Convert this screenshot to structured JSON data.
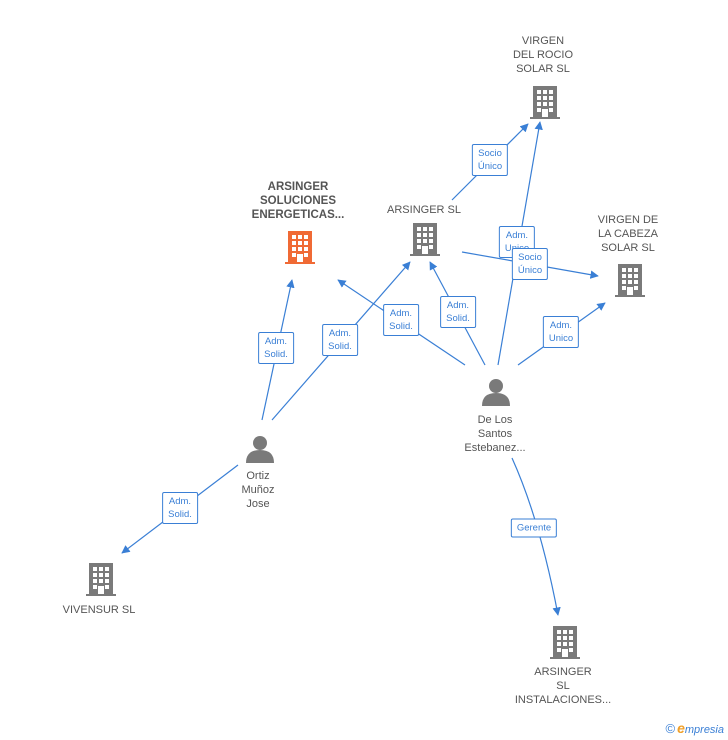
{
  "nodes": {
    "arsinger_soluciones": {
      "label": "ARSINGER\nSOLUCIONES\nENERGETICAS...",
      "type": "company",
      "highlight": true
    },
    "arsinger_sl": {
      "label": "ARSINGER  SL",
      "type": "company"
    },
    "virgen_rocio": {
      "label": "VIRGEN\nDEL ROCIO\nSOLAR  SL",
      "type": "company"
    },
    "virgen_cabeza": {
      "label": "VIRGEN DE\nLA CABEZA\nSOLAR  SL",
      "type": "company"
    },
    "vivensur": {
      "label": "VIVENSUR SL",
      "type": "company"
    },
    "arsinger_instalaciones": {
      "label": "ARSINGER\nSL\nINSTALACIONES...",
      "type": "company"
    },
    "ortiz": {
      "label": "Ortiz\nMuñoz\nJose",
      "type": "person"
    },
    "de_los_santos": {
      "label": "De Los\nSantos\nEstebanez...",
      "type": "person"
    }
  },
  "edges": {
    "e1": {
      "label": "Adm.\nSolid."
    },
    "e2": {
      "label": "Adm.\nSolid."
    },
    "e3": {
      "label": "Adm.\nSolid."
    },
    "e4": {
      "label": "Adm.\nSolid."
    },
    "e5": {
      "label": "Adm.\nSolid."
    },
    "e6": {
      "label": "Socio\nÚnico"
    },
    "e7": {
      "label": "Adm.\nUnico"
    },
    "e8": {
      "label": "Socio\nÚnico"
    },
    "e9": {
      "label": "Adm.\nUnico"
    },
    "e10": {
      "label": "Gerente"
    }
  },
  "colors": {
    "edge": "#3a7fd5",
    "building": "#7a7a7a",
    "building_highlight": "#f06a35",
    "person": "#7a7a7a"
  },
  "footer": {
    "copyright": "©",
    "brand_first": "e",
    "brand_rest": "mpresia"
  }
}
